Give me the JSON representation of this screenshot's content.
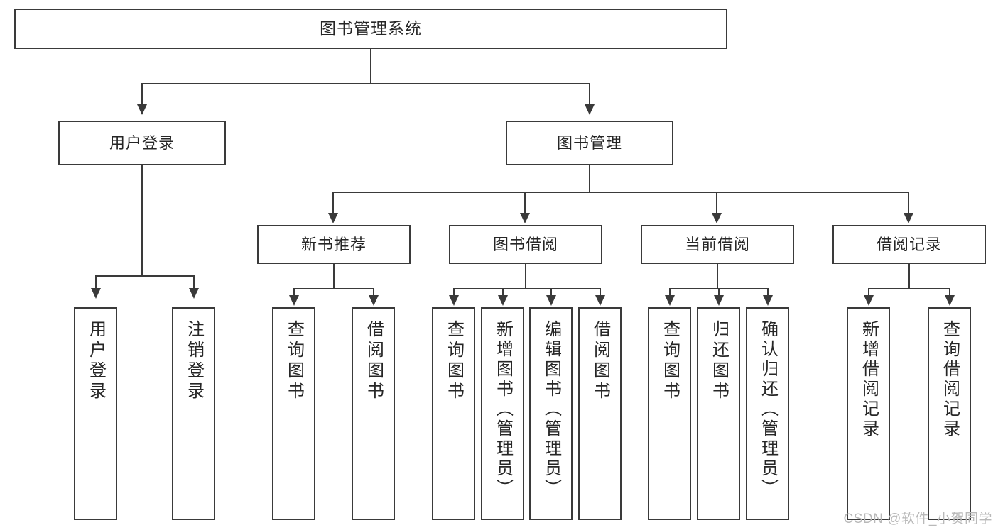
{
  "diagram": {
    "type": "tree",
    "title": "图书管理系统",
    "root": {
      "label": "图书管理系统"
    },
    "level2": [
      {
        "label": "用户登录"
      },
      {
        "label": "图书管理"
      }
    ],
    "level3": [
      {
        "label": "新书推荐"
      },
      {
        "label": "图书借阅"
      },
      {
        "label": "当前借阅"
      },
      {
        "label": "借阅记录"
      }
    ],
    "leaves": {
      "user_login": [
        {
          "label": "用户登录"
        },
        {
          "label": "注销登录"
        }
      ],
      "new_book_recommend": [
        {
          "label": "查询图书"
        },
        {
          "label": "借阅图书"
        }
      ],
      "book_borrow": [
        {
          "label": "查询图书"
        },
        {
          "label": "新增图书（管理员）"
        },
        {
          "label": "编辑图书（管理员）"
        },
        {
          "label": "借阅图书"
        }
      ],
      "current_borrow": [
        {
          "label": "查询图书"
        },
        {
          "label": "归还图书"
        },
        {
          "label": "确认归还（管理员）"
        }
      ],
      "borrow_record": [
        {
          "label": "新增借阅记录"
        },
        {
          "label": "查询借阅记录"
        }
      ]
    }
  },
  "watermark": {
    "text": "CSDN @软件_小贺同学"
  },
  "colors": {
    "stroke": "#3a3a3a",
    "fill": "#ffffff",
    "text": "#262626",
    "watermark": "#b9b9b9"
  }
}
